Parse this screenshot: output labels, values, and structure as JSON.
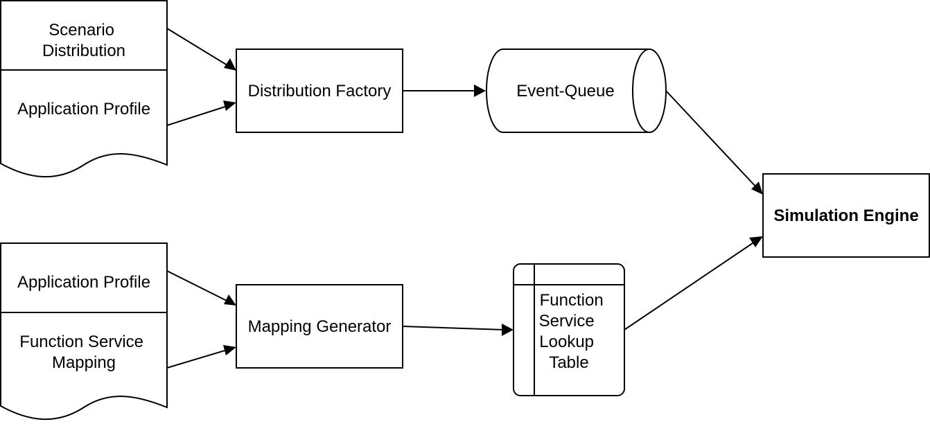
{
  "nodes": {
    "scenario_distribution": {
      "lines": [
        "Scenario",
        "Distribution"
      ]
    },
    "application_profile_top": {
      "lines": [
        "Application Profile"
      ]
    },
    "distribution_factory": {
      "lines": [
        "Distribution Factory"
      ]
    },
    "event_queue": {
      "lines": [
        "Event-Queue"
      ]
    },
    "simulation_engine": {
      "lines": [
        "Simulation Engine"
      ]
    },
    "application_profile_bottom": {
      "lines": [
        "Application Profile"
      ]
    },
    "function_service_mapping": {
      "lines": [
        "Function Service",
        "Mapping"
      ]
    },
    "mapping_generator": {
      "lines": [
        "Mapping Generator"
      ]
    },
    "function_service_lookup_table": {
      "lines": [
        "Function",
        "Service",
        "Lookup",
        "Table"
      ]
    }
  },
  "edges": [
    {
      "from": "scenario_distribution",
      "to": "distribution_factory"
    },
    {
      "from": "application_profile_top",
      "to": "distribution_factory"
    },
    {
      "from": "distribution_factory",
      "to": "event_queue"
    },
    {
      "from": "event_queue",
      "to": "simulation_engine"
    },
    {
      "from": "application_profile_bottom",
      "to": "mapping_generator"
    },
    {
      "from": "function_service_mapping",
      "to": "mapping_generator"
    },
    {
      "from": "mapping_generator",
      "to": "function_service_lookup_table"
    },
    {
      "from": "function_service_lookup_table",
      "to": "simulation_engine"
    }
  ]
}
